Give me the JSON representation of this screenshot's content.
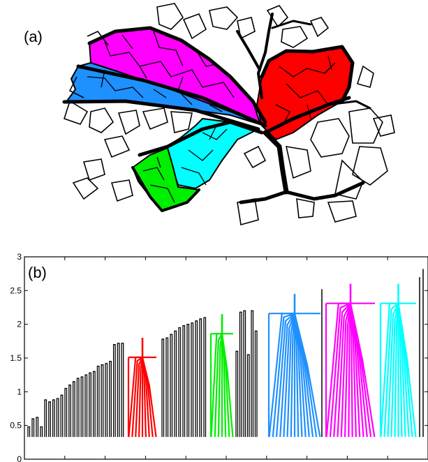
{
  "panel_a": {
    "label": "(a)",
    "cluster_colors": [
      "#ff00ff",
      "#1e90ff",
      "#00ffff",
      "#00ee00",
      "#ff0000"
    ]
  },
  "panel_b": {
    "label": "(b)",
    "y_tick_labels": [
      "3",
      "2.5",
      "2",
      "1.5",
      "1",
      "0.5",
      "0"
    ]
  },
  "chart_data": {
    "type": "dendrogram",
    "ylim": [
      0,
      3
    ],
    "grid": false,
    "clusters": [
      {
        "color": "#ff0000",
        "top_height": 1.8
      },
      {
        "color": "#00ee00",
        "top_height": 2.15
      },
      {
        "color": "#1e90ff",
        "top_height": 2.45
      },
      {
        "color": "#ff00ff",
        "top_height": 2.6
      },
      {
        "color": "#00ffff",
        "top_height": 2.6
      }
    ],
    "black_leaf_heights": [
      0.48,
      0.6,
      0.62,
      0.48,
      0.88,
      0.85,
      0.88,
      0.9,
      0.95,
      1.05,
      1.1,
      1.15,
      1.2,
      1.22,
      1.25,
      1.28,
      1.3,
      1.38,
      1.4,
      1.42,
      1.45,
      1.7,
      1.72,
      1.72
    ]
  }
}
